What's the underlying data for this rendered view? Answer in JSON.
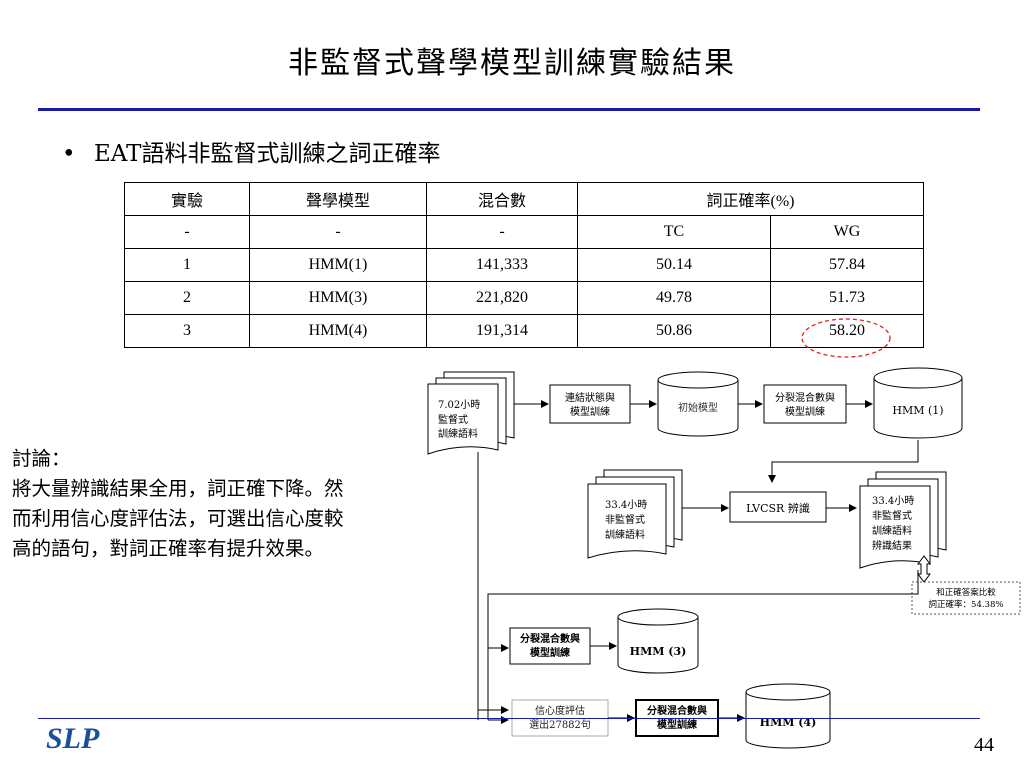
{
  "title": "非監督式聲學模型訓練實驗結果",
  "bullet": {
    "symbol": "•",
    "text": "EAT語料非監督式訓練之詞正確率"
  },
  "table": {
    "headers": [
      "實驗",
      "聲學模型",
      "混合數",
      "詞正確率(%)"
    ],
    "subheaders": [
      "-",
      "-",
      "-",
      "TC",
      "WG"
    ],
    "rows": [
      [
        "1",
        "HMM(1)",
        "141,333",
        "50.14",
        "57.84"
      ],
      [
        "2",
        "HMM(3)",
        "221,820",
        "49.78",
        "51.73"
      ],
      [
        "3",
        "HMM(4)",
        "191,314",
        "50.86",
        "58.20"
      ]
    ],
    "highlight_color": "#e02020"
  },
  "discussion": {
    "heading": "討論：",
    "lines": [
      "將大量辨識結果全用，詞正確下降。然",
      "而利用信心度評估法，可選出信心度較",
      "高的語句，對詞正確率有提升效果。"
    ]
  },
  "diagram": {
    "doc1": [
      "7.02小時",
      "監督式",
      "訓練語料"
    ],
    "box1": [
      "連結狀態與",
      "模型訓練"
    ],
    "cyl1": "初始模型",
    "box2": [
      "分裂混合數與",
      "模型訓練"
    ],
    "cyl2": "HMM (1)",
    "doc2": [
      "33.4小時",
      "非監督式",
      "訓練語料"
    ],
    "box3": "LVCSR 辨識",
    "doc3": [
      "33.4小時",
      "非監督式",
      "訓練語料",
      "辨識結果"
    ],
    "compare": [
      "和正確答案比較",
      "詞正確率：54.38%"
    ],
    "box4": [
      "分裂混合數與",
      "模型訓練"
    ],
    "cyl3": "HMM (3)",
    "box5": [
      "信心度評估",
      "選出27882句"
    ],
    "box6": [
      "分裂混合數與",
      "模型訓練"
    ],
    "cyl4": "HMM (4)"
  },
  "footer": {
    "logo": "SLP",
    "page_number": "44"
  },
  "colors": {
    "title_rule": "#1a1aa6",
    "logo": "#1a4f9c"
  }
}
